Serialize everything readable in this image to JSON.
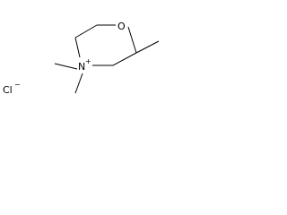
{
  "molecule": {
    "atoms": {
      "oxygen": "O",
      "nitrogen": "N",
      "nitrogen_charge": "+",
      "counterion": "Cl",
      "counterion_charge": "−"
    }
  }
}
